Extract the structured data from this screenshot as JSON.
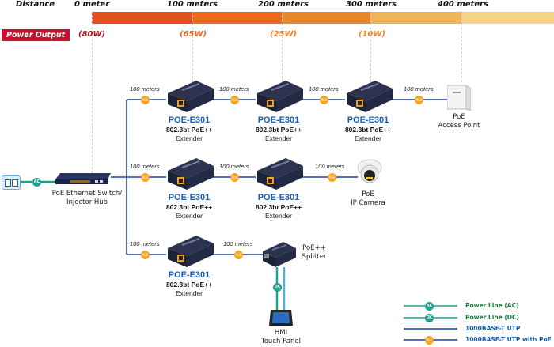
{
  "header": {
    "distance_label": "Distance",
    "power_output_label": "Power Output",
    "distance_marks": [
      "0 meter",
      "100 meters",
      "200 meters",
      "300 meters",
      "400 meters"
    ],
    "power_values": [
      "(80W)",
      "(65W)",
      "(25W)",
      "(10W)"
    ],
    "bar_colors": [
      "#e4511e",
      "#e86a1a",
      "#ea862c",
      "#f0b457",
      "#f5d387"
    ],
    "power_colors": [
      "#b0141f",
      "#e86a1a",
      "#e8801e",
      "#ea862c"
    ]
  },
  "segment_label": "100 meters",
  "poe_badge": "PoE",
  "ac_badge": "AC",
  "dc_badge": "DC",
  "extender": {
    "model": "POE-E301",
    "standard": "802.3bt PoE++",
    "type": "Extender"
  },
  "switch": {
    "line1": "PoE Ethernet Switch/",
    "line2": "Injector Hub"
  },
  "access_point": {
    "line1": "PoE",
    "line2": "Access Point"
  },
  "ip_camera": {
    "line1": "PoE",
    "line2": "IP Camera"
  },
  "splitter": {
    "line1": "PoE++",
    "line2": "Splitter"
  },
  "hmi": {
    "line1": "HMI",
    "line2": "Touch Panel"
  },
  "legend": [
    {
      "label": "Power Line (AC)",
      "color": "#1a7a3a"
    },
    {
      "label": "Power Line (DC)",
      "color": "#1a7a3a"
    },
    {
      "label": "1000BASE-T UTP",
      "color": "#1b5fae"
    },
    {
      "label": "1000BASE-T UTP with PoE",
      "color": "#1b5fae"
    }
  ],
  "colors": {
    "utp": "#1f3f9a",
    "power": "#1aa38f",
    "poe": "#f5a623",
    "model_blue": "#1b5fae"
  }
}
